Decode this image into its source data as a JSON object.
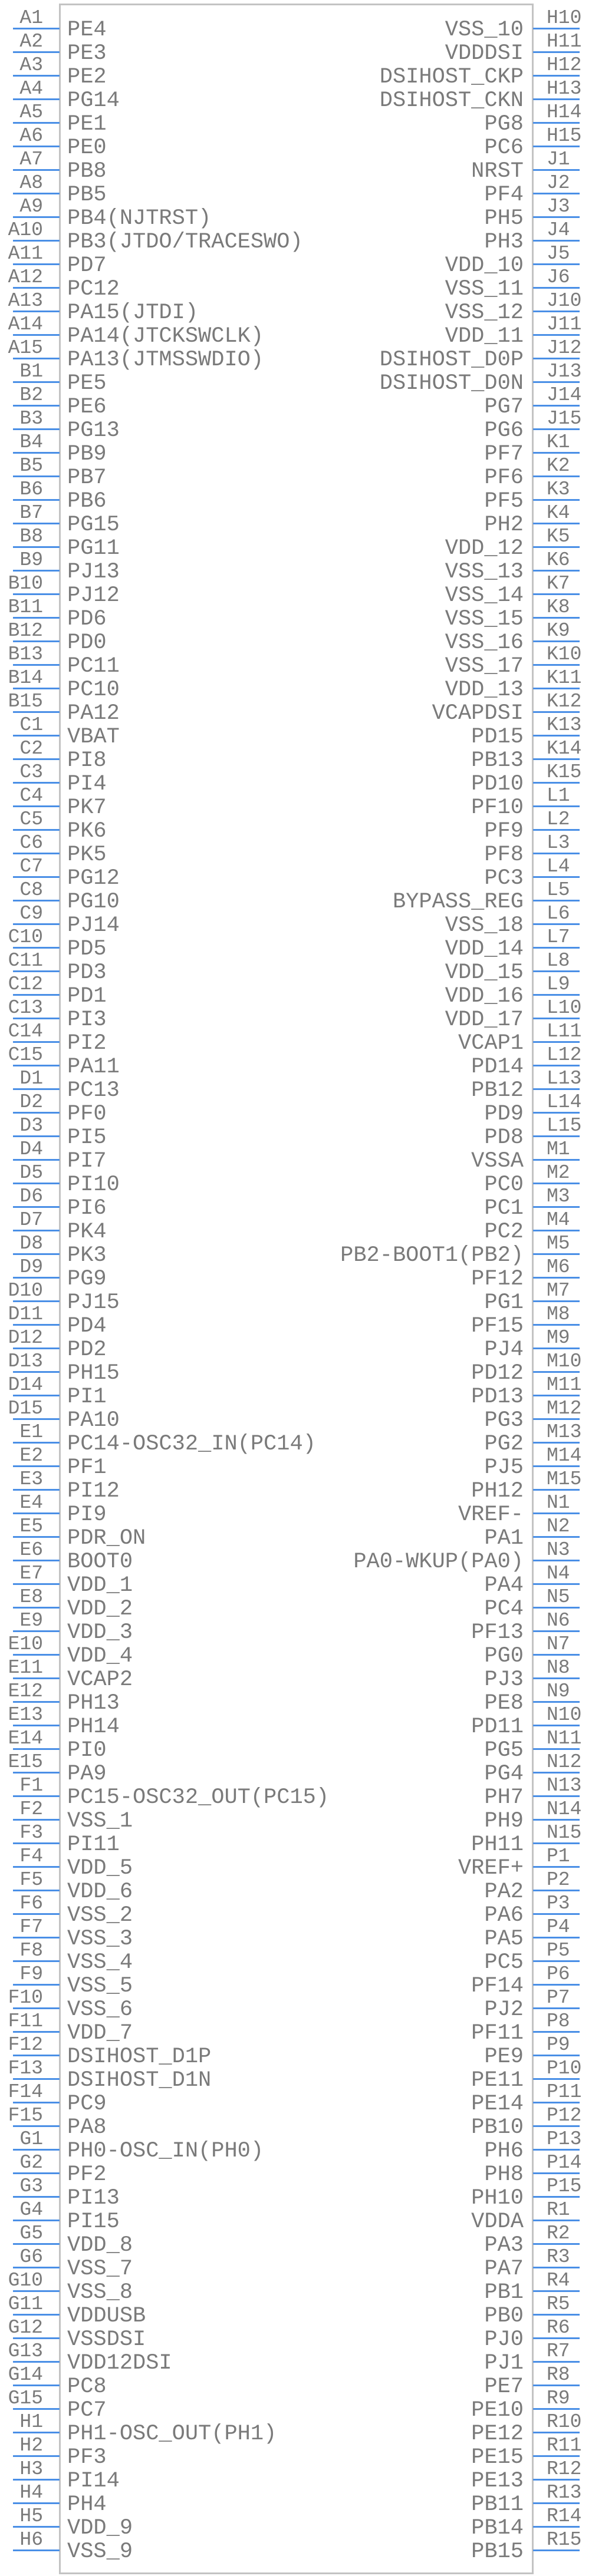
{
  "colors": {
    "pin": "#4a8fe6",
    "body_border": "#c3c3c3",
    "text": "#7a7a7a"
  },
  "left_pins": [
    {
      "num": "A1",
      "name": "PE4"
    },
    {
      "num": "A2",
      "name": "PE3"
    },
    {
      "num": "A3",
      "name": "PE2"
    },
    {
      "num": "A4",
      "name": "PG14"
    },
    {
      "num": "A5",
      "name": "PE1"
    },
    {
      "num": "A6",
      "name": "PE0"
    },
    {
      "num": "A7",
      "name": "PB8"
    },
    {
      "num": "A8",
      "name": "PB5"
    },
    {
      "num": "A9",
      "name": "PB4(NJTRST)"
    },
    {
      "num": "A10",
      "name": "PB3(JTDO/TRACESWO)"
    },
    {
      "num": "A11",
      "name": "PD7"
    },
    {
      "num": "A12",
      "name": "PC12"
    },
    {
      "num": "A13",
      "name": "PA15(JTDI)"
    },
    {
      "num": "A14",
      "name": "PA14(JTCKSWCLK)"
    },
    {
      "num": "A15",
      "name": "PA13(JTMSSWDIO)"
    },
    {
      "num": "B1",
      "name": "PE5"
    },
    {
      "num": "B2",
      "name": "PE6"
    },
    {
      "num": "B3",
      "name": "PG13"
    },
    {
      "num": "B4",
      "name": "PB9"
    },
    {
      "num": "B5",
      "name": "PB7"
    },
    {
      "num": "B6",
      "name": "PB6"
    },
    {
      "num": "B7",
      "name": "PG15"
    },
    {
      "num": "B8",
      "name": "PG11"
    },
    {
      "num": "B9",
      "name": "PJ13"
    },
    {
      "num": "B10",
      "name": "PJ12"
    },
    {
      "num": "B11",
      "name": "PD6"
    },
    {
      "num": "B12",
      "name": "PD0"
    },
    {
      "num": "B13",
      "name": "PC11"
    },
    {
      "num": "B14",
      "name": "PC10"
    },
    {
      "num": "B15",
      "name": "PA12"
    },
    {
      "num": "C1",
      "name": "VBAT"
    },
    {
      "num": "C2",
      "name": "PI8"
    },
    {
      "num": "C3",
      "name": "PI4"
    },
    {
      "num": "C4",
      "name": "PK7"
    },
    {
      "num": "C5",
      "name": "PK6"
    },
    {
      "num": "C6",
      "name": "PK5"
    },
    {
      "num": "C7",
      "name": "PG12"
    },
    {
      "num": "C8",
      "name": "PG10"
    },
    {
      "num": "C9",
      "name": "PJ14"
    },
    {
      "num": "C10",
      "name": "PD5"
    },
    {
      "num": "C11",
      "name": "PD3"
    },
    {
      "num": "C12",
      "name": "PD1"
    },
    {
      "num": "C13",
      "name": "PI3"
    },
    {
      "num": "C14",
      "name": "PI2"
    },
    {
      "num": "C15",
      "name": "PA11"
    },
    {
      "num": "D1",
      "name": "PC13"
    },
    {
      "num": "D2",
      "name": "PF0"
    },
    {
      "num": "D3",
      "name": "PI5"
    },
    {
      "num": "D4",
      "name": "PI7"
    },
    {
      "num": "D5",
      "name": "PI10"
    },
    {
      "num": "D6",
      "name": "PI6"
    },
    {
      "num": "D7",
      "name": "PK4"
    },
    {
      "num": "D8",
      "name": "PK3"
    },
    {
      "num": "D9",
      "name": "PG9"
    },
    {
      "num": "D10",
      "name": "PJ15"
    },
    {
      "num": "D11",
      "name": "PD4"
    },
    {
      "num": "D12",
      "name": "PD2"
    },
    {
      "num": "D13",
      "name": "PH15"
    },
    {
      "num": "D14",
      "name": "PI1"
    },
    {
      "num": "D15",
      "name": "PA10"
    },
    {
      "num": "E1",
      "name": "PC14-OSC32_IN(PC14)"
    },
    {
      "num": "E2",
      "name": "PF1"
    },
    {
      "num": "E3",
      "name": "PI12"
    },
    {
      "num": "E4",
      "name": "PI9"
    },
    {
      "num": "E5",
      "name": "PDR_ON"
    },
    {
      "num": "E6",
      "name": "BOOT0"
    },
    {
      "num": "E7",
      "name": "VDD_1"
    },
    {
      "num": "E8",
      "name": "VDD_2"
    },
    {
      "num": "E9",
      "name": "VDD_3"
    },
    {
      "num": "E10",
      "name": "VDD_4"
    },
    {
      "num": "E11",
      "name": "VCAP2"
    },
    {
      "num": "E12",
      "name": "PH13"
    },
    {
      "num": "E13",
      "name": "PH14"
    },
    {
      "num": "E14",
      "name": "PI0"
    },
    {
      "num": "E15",
      "name": "PA9"
    },
    {
      "num": "F1",
      "name": "PC15-OSC32_OUT(PC15)"
    },
    {
      "num": "F2",
      "name": "VSS_1"
    },
    {
      "num": "F3",
      "name": "PI11"
    },
    {
      "num": "F4",
      "name": "VDD_5"
    },
    {
      "num": "F5",
      "name": "VDD_6"
    },
    {
      "num": "F6",
      "name": "VSS_2"
    },
    {
      "num": "F7",
      "name": "VSS_3"
    },
    {
      "num": "F8",
      "name": "VSS_4"
    },
    {
      "num": "F9",
      "name": "VSS_5"
    },
    {
      "num": "F10",
      "name": "VSS_6"
    },
    {
      "num": "F11",
      "name": "VDD_7"
    },
    {
      "num": "F12",
      "name": "DSIHOST_D1P"
    },
    {
      "num": "F13",
      "name": "DSIHOST_D1N"
    },
    {
      "num": "F14",
      "name": "PC9"
    },
    {
      "num": "F15",
      "name": "PA8"
    },
    {
      "num": "G1",
      "name": "PH0-OSC_IN(PH0)"
    },
    {
      "num": "G2",
      "name": "PF2"
    },
    {
      "num": "G3",
      "name": "PI13"
    },
    {
      "num": "G4",
      "name": "PI15"
    },
    {
      "num": "G5",
      "name": "VDD_8"
    },
    {
      "num": "G6",
      "name": "VSS_7"
    },
    {
      "num": "G10",
      "name": "VSS_8"
    },
    {
      "num": "G11",
      "name": "VDDUSB"
    },
    {
      "num": "G12",
      "name": "VSSDSI"
    },
    {
      "num": "G13",
      "name": "VDD12DSI"
    },
    {
      "num": "G14",
      "name": "PC8"
    },
    {
      "num": "G15",
      "name": "PC7"
    },
    {
      "num": "H1",
      "name": "PH1-OSC_OUT(PH1)"
    },
    {
      "num": "H2",
      "name": "PF3"
    },
    {
      "num": "H3",
      "name": "PI14"
    },
    {
      "num": "H4",
      "name": "PH4"
    },
    {
      "num": "H5",
      "name": "VDD_9"
    },
    {
      "num": "H6",
      "name": "VSS_9"
    }
  ],
  "right_pins": [
    {
      "num": "H10",
      "name": "VSS_10"
    },
    {
      "num": "H11",
      "name": "VDDDSI"
    },
    {
      "num": "H12",
      "name": "DSIHOST_CKP"
    },
    {
      "num": "H13",
      "name": "DSIHOST_CKN"
    },
    {
      "num": "H14",
      "name": "PG8"
    },
    {
      "num": "H15",
      "name": "PC6"
    },
    {
      "num": "J1",
      "name": "NRST"
    },
    {
      "num": "J2",
      "name": "PF4"
    },
    {
      "num": "J3",
      "name": "PH5"
    },
    {
      "num": "J4",
      "name": "PH3"
    },
    {
      "num": "J5",
      "name": "VDD_10"
    },
    {
      "num": "J6",
      "name": "VSS_11"
    },
    {
      "num": "J10",
      "name": "VSS_12"
    },
    {
      "num": "J11",
      "name": "VDD_11"
    },
    {
      "num": "J12",
      "name": "DSIHOST_D0P"
    },
    {
      "num": "J13",
      "name": "DSIHOST_D0N"
    },
    {
      "num": "J14",
      "name": "PG7"
    },
    {
      "num": "J15",
      "name": "PG6"
    },
    {
      "num": "K1",
      "name": "PF7"
    },
    {
      "num": "K2",
      "name": "PF6"
    },
    {
      "num": "K3",
      "name": "PF5"
    },
    {
      "num": "K4",
      "name": "PH2"
    },
    {
      "num": "K5",
      "name": "VDD_12"
    },
    {
      "num": "K6",
      "name": "VSS_13"
    },
    {
      "num": "K7",
      "name": "VSS_14"
    },
    {
      "num": "K8",
      "name": "VSS_15"
    },
    {
      "num": "K9",
      "name": "VSS_16"
    },
    {
      "num": "K10",
      "name": "VSS_17"
    },
    {
      "num": "K11",
      "name": "VDD_13"
    },
    {
      "num": "K12",
      "name": "VCAPDSI"
    },
    {
      "num": "K13",
      "name": "PD15"
    },
    {
      "num": "K14",
      "name": "PB13"
    },
    {
      "num": "K15",
      "name": "PD10"
    },
    {
      "num": "L1",
      "name": "PF10"
    },
    {
      "num": "L2",
      "name": "PF9"
    },
    {
      "num": "L3",
      "name": "PF8"
    },
    {
      "num": "L4",
      "name": "PC3"
    },
    {
      "num": "L5",
      "name": "BYPASS_REG"
    },
    {
      "num": "L6",
      "name": "VSS_18"
    },
    {
      "num": "L7",
      "name": "VDD_14"
    },
    {
      "num": "L8",
      "name": "VDD_15"
    },
    {
      "num": "L9",
      "name": "VDD_16"
    },
    {
      "num": "L10",
      "name": "VDD_17"
    },
    {
      "num": "L11",
      "name": "VCAP1"
    },
    {
      "num": "L12",
      "name": "PD14"
    },
    {
      "num": "L13",
      "name": "PB12"
    },
    {
      "num": "L14",
      "name": "PD9"
    },
    {
      "num": "L15",
      "name": "PD8"
    },
    {
      "num": "M1",
      "name": "VSSA"
    },
    {
      "num": "M2",
      "name": "PC0"
    },
    {
      "num": "M3",
      "name": "PC1"
    },
    {
      "num": "M4",
      "name": "PC2"
    },
    {
      "num": "M5",
      "name": "PB2-BOOT1(PB2)"
    },
    {
      "num": "M6",
      "name": "PF12"
    },
    {
      "num": "M7",
      "name": "PG1"
    },
    {
      "num": "M8",
      "name": "PF15"
    },
    {
      "num": "M9",
      "name": "PJ4"
    },
    {
      "num": "M10",
      "name": "PD12"
    },
    {
      "num": "M11",
      "name": "PD13"
    },
    {
      "num": "M12",
      "name": "PG3"
    },
    {
      "num": "M13",
      "name": "PG2"
    },
    {
      "num": "M14",
      "name": "PJ5"
    },
    {
      "num": "M15",
      "name": "PH12"
    },
    {
      "num": "N1",
      "name": "VREF-"
    },
    {
      "num": "N2",
      "name": "PA1"
    },
    {
      "num": "N3",
      "name": "PA0-WKUP(PA0)"
    },
    {
      "num": "N4",
      "name": "PA4"
    },
    {
      "num": "N5",
      "name": "PC4"
    },
    {
      "num": "N6",
      "name": "PF13"
    },
    {
      "num": "N7",
      "name": "PG0"
    },
    {
      "num": "N8",
      "name": "PJ3"
    },
    {
      "num": "N9",
      "name": "PE8"
    },
    {
      "num": "N10",
      "name": "PD11"
    },
    {
      "num": "N11",
      "name": "PG5"
    },
    {
      "num": "N12",
      "name": "PG4"
    },
    {
      "num": "N13",
      "name": "PH7"
    },
    {
      "num": "N14",
      "name": "PH9"
    },
    {
      "num": "N15",
      "name": "PH11"
    },
    {
      "num": "P1",
      "name": "VREF+"
    },
    {
      "num": "P2",
      "name": "PA2"
    },
    {
      "num": "P3",
      "name": "PA6"
    },
    {
      "num": "P4",
      "name": "PA5"
    },
    {
      "num": "P5",
      "name": "PC5"
    },
    {
      "num": "P6",
      "name": "PF14"
    },
    {
      "num": "P7",
      "name": "PJ2"
    },
    {
      "num": "P8",
      "name": "PF11"
    },
    {
      "num": "P9",
      "name": "PE9"
    },
    {
      "num": "P10",
      "name": "PE11"
    },
    {
      "num": "P11",
      "name": "PE14"
    },
    {
      "num": "P12",
      "name": "PB10"
    },
    {
      "num": "P13",
      "name": "PH6"
    },
    {
      "num": "P14",
      "name": "PH8"
    },
    {
      "num": "P15",
      "name": "PH10"
    },
    {
      "num": "R1",
      "name": "VDDA"
    },
    {
      "num": "R2",
      "name": "PA3"
    },
    {
      "num": "R3",
      "name": "PA7"
    },
    {
      "num": "R4",
      "name": "PB1"
    },
    {
      "num": "R5",
      "name": "PB0"
    },
    {
      "num": "R6",
      "name": "PJ0"
    },
    {
      "num": "R7",
      "name": "PJ1"
    },
    {
      "num": "R8",
      "name": "PE7"
    },
    {
      "num": "R9",
      "name": "PE10"
    },
    {
      "num": "R10",
      "name": "PE12"
    },
    {
      "num": "R11",
      "name": "PE15"
    },
    {
      "num": "R12",
      "name": "PE13"
    },
    {
      "num": "R13",
      "name": "PB11"
    },
    {
      "num": "R14",
      "name": "PB14"
    },
    {
      "num": "R15",
      "name": "PB15"
    }
  ]
}
